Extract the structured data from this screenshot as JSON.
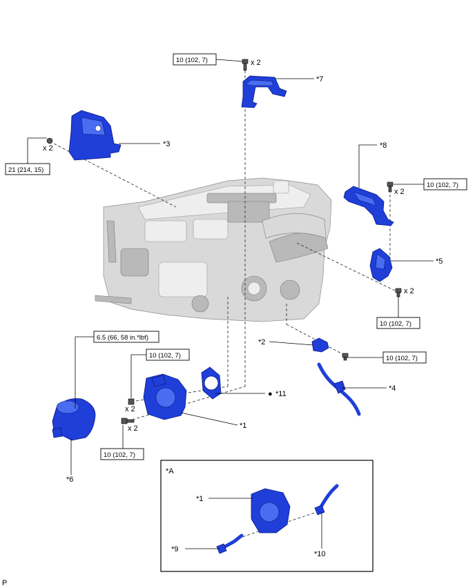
{
  "parts": {
    "p1": "*1",
    "p2": "*2",
    "p3": "*3",
    "p4": "*4",
    "p5": "*5",
    "p6": "*6",
    "p7": "*7",
    "p8": "*8",
    "p9": "*9",
    "p10": "*10",
    "p11": "*11"
  },
  "torque": {
    "t_p7": "10 (102, 7)",
    "t_p3": "21 (214, 15)",
    "t_p8": "10 (102, 7)",
    "t_p5": "10 (102, 7)",
    "t_p2": "10 (102, 7)",
    "t_p6": "6.5 (66, 58 in.*lbf)",
    "t_p1_top": "10 (102, 7)",
    "t_p1_bot": "10 (102, 7)"
  },
  "qty": {
    "q_p7": "x 2",
    "q_p3": "x 2",
    "q_p8": "x 2",
    "q_p5": "x 2",
    "q_p1_top": "x 2",
    "q_p1_bot": "x 2"
  },
  "bullet_symbol": "●",
  "inset_title": "*A",
  "footer_code": "P",
  "colors": {
    "part_blue": "#1f3fd8",
    "engine_gray": "#d9d9d9"
  }
}
